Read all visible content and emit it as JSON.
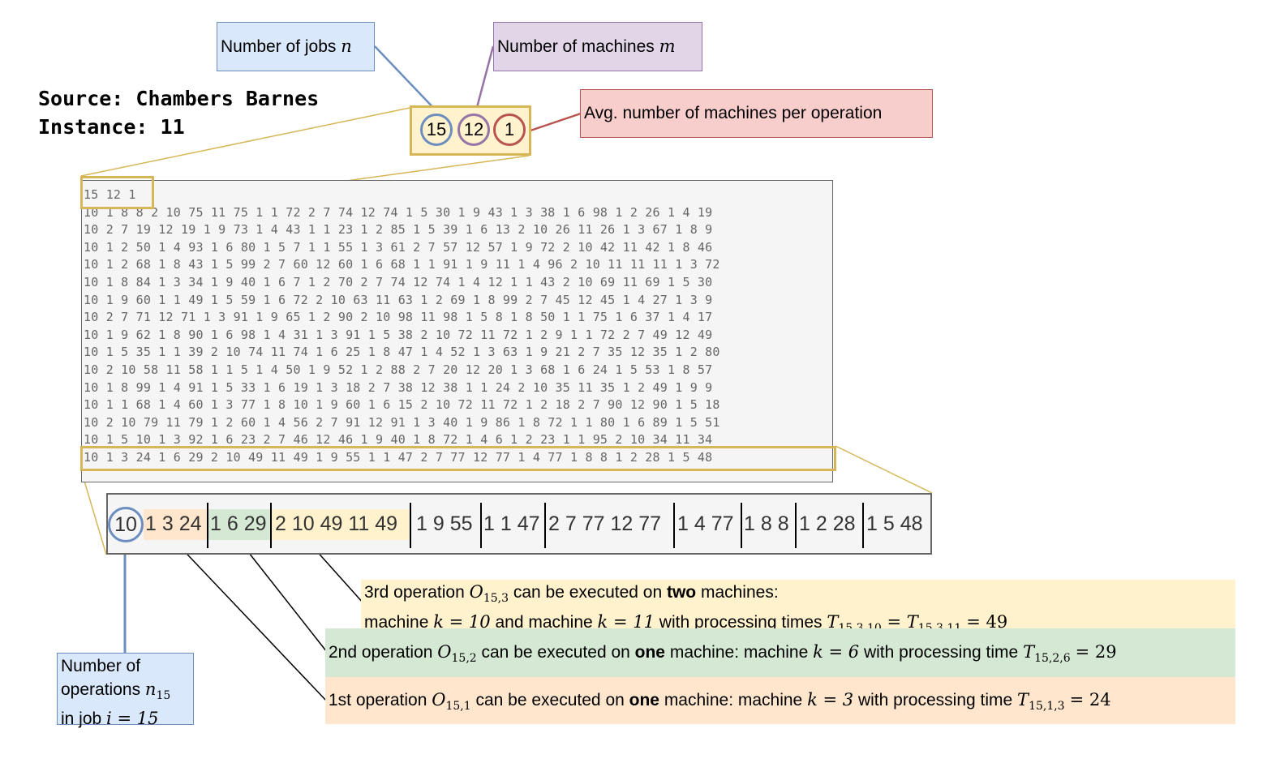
{
  "source_line": "Source: Chambers Barnes",
  "instance_line": "Instance: 11",
  "labels": {
    "jobs_text": "Number of jobs ",
    "jobs_var": "n",
    "machines_text": "Number of machines ",
    "machines_var": "m",
    "avg_text": "Avg. number of machines per operation",
    "ops_line1": "Number of",
    "ops_line2_text": "operations ",
    "ops_var": "n",
    "ops_sub": "15",
    "ops_line3_text": "in job ",
    "ops_line3_math": "i = 15"
  },
  "header_values": [
    "15",
    "12",
    "1"
  ],
  "data_text": {
    "header": "15 12 1",
    "jobs": [
      "10 1 8 8 2 10 75 11 75 1 1 72 2 7 74 12 74 1 5 30 1 9 43 1 3 38 1 6 98 1 2 26 1 4 19",
      "10 2 7 19 12 19 1 9 73 1 4 43 1 1 23 1 2 85 1 5 39 1 6 13 2 10 26 11 26 1 3 67 1 8 9",
      "10 1 2 50 1 4 93 1 6 80 1 5 7 1 1 55 1 3 61 2 7 57 12 57 1 9 72 2 10 42 11 42 1 8 46",
      "10 1 2 68 1 8 43 1 5 99 2 7 60 12 60 1 6 68 1 1 91 1 9 11 1 4 96 2 10 11 11 11 1 3 72",
      "10 1 8 84 1 3 34 1 9 40 1 6 7 1 2 70 2 7 74 12 74 1 4 12 1 1 43 2 10 69 11 69 1 5 30",
      "10 1 9 60 1 1 49 1 5 59 1 6 72 2 10 63 11 63 1 2 69 1 8 99 2 7 45 12 45 1 4 27 1 3 9",
      "10 2 7 71 12 71 1 3 91 1 9 65 1 2 90 2 10 98 11 98 1 5 8 1 8 50 1 1 75 1 6 37 1 4 17",
      "10 1 9 62 1 8 90 1 6 98 1 4 31 1 3 91 1 5 38 2 10 72 11 72 1 2 9 1 1 72 2 7 49 12 49",
      "10 1 5 35 1 1 39 2 10 74 11 74 1 6 25 1 8 47 1 4 52 1 3 63 1 9 21 2 7 35 12 35 1 2 80",
      "10 2 10 58 11 58 1 1 5 1 4 50 1 9 52 1 2 88 2 7 20 12 20 1 3 68 1 6 24 1 5 53 1 8 57",
      "10 1 8 99 1 4 91 1 5 33 1 6 19 1 3 18 2 7 38 12 38 1 1 24 2 10 35 11 35 1 2 49 1 9 9",
      "10 1 1 68 1 4 60 1 3 77 1 8 10 1 9 60 1 6 15 2 10 72 11 72 1 2 18 2 7 90 12 90 1 5 18",
      "10 2 10 79 11 79 1 2 60 1 4 56 2 7 91 12 91 1 3 40 1 9 86 1 8 72 1 1 80 1 6 89 1 5 51",
      "10 1 5 10 1 3 92 1 6 23 2 7 46 12 46 1 9 40 1 8 72 1 4 6 1 2 23 1 1 95 2 10 34 11 34",
      "10 1 3 24 1 6 29 2 10 49 11 49 1 9 55 1 1 47 2 7 77 12 77 1 4 77 1 8 8 1 2 28 1 5 48"
    ]
  },
  "expanded_row": {
    "count": "10",
    "segments": [
      "1 3 24",
      "1 6 29",
      "2 10 49 11 49",
      "1 9 55",
      "1 1 47",
      "2 7 77 12 77",
      "1 4 77",
      "1 8 8",
      "1 2 28",
      "1 5 48"
    ]
  },
  "notes": {
    "op3_line1_a": "3rd operation ",
    "op3_var": "O",
    "op3_sub": "15,3",
    "op3_line1_b": " can be executed on ",
    "op3_bold": "two",
    "op3_line1_c": " machines:",
    "op3_line2_a": "machine ",
    "op3_line2_math1": "k = 10",
    "op3_line2_b": " and  machine ",
    "op3_line2_math2": "k = 11",
    "op3_line2_c": " with processing times ",
    "op3_T1_sub": "15,3,10",
    "op3_T2_sub": "15,3,11",
    "op3_value": "= 49",
    "op2_a": "2nd operation ",
    "op2_sub": "15,2",
    "op2_b": " can be executed on ",
    "op2_bold": "one",
    "op2_c": " machine: machine ",
    "op2_math": "k = 6",
    "op2_d": " with processing time ",
    "op2_T_sub": "15,2,6",
    "op2_value": "= 29",
    "op1_a": "1st operation ",
    "op1_sub": "15,1",
    "op1_b": " can be executed on ",
    "op1_bold": "one",
    "op1_c": " machine: machine ",
    "op1_math": "k = 3",
    "op1_d": " with processing time ",
    "op1_T_sub": "15,1,3",
    "op1_value": "= 24"
  },
  "colors": {
    "blue": "#6c8ebf",
    "purple": "#9673a6",
    "red": "#b85450",
    "gold": "#d6b656",
    "yellow_fill": "#fff2cc",
    "green_fill": "#d5e8d4",
    "orange_fill": "#ffe6cc"
  }
}
